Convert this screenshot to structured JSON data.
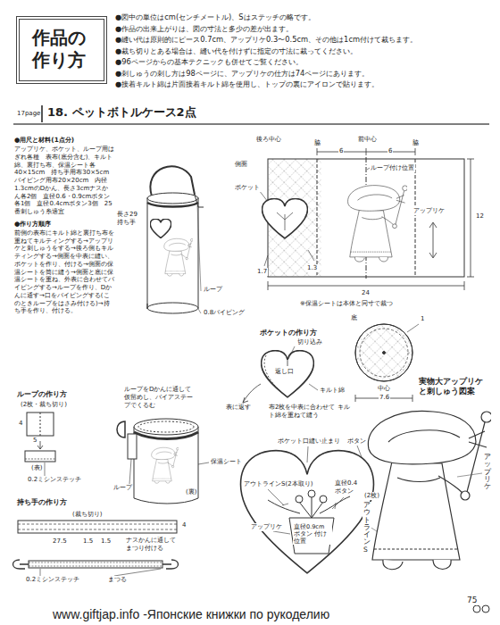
{
  "diagram": {
    "nodes": [
      {
        "text": [
          "作品の作り方"
        ]
      }
    ],
    "labels": [
      "●図中の単位はcm(センチメートル)、Sはステッチの略です。",
      "●作品の出来上がりは、図の寸法と多少の差が出ます。",
      "●縫い代は原則的にピース0.7cm、アップリケ0.3〜0.5cm、その他は1cm付けて裁ちます。",
      "●裁ち切りとある場合は、縫い代を付けずに指定の寸法に裁ってください。",
      "●96ページからの基本テクニックも併せてご覧ください。",
      "●刺しゅうの刺し方は98ページに、アップリケの仕方は74ページにあります。",
      "●接着キルト綿は片面接着キルト綿を使用し、トップの裏にアイロンで貼ります。",
      "17page",
      "18. ペットボトルケース2点",
      "●用尺と材料(1点分)",
      "アップリケ、ポケット、ループ用はぎれ各種　表布(底分含む)、キルト綿、裏打ち布、保温シート各40×15cm　持ち手用布30×5cm　パイピング用布20×20cm　内径1.3cmのDかん、長さ3cmナスかん各2個　直径0.6・0.9cmボタン各1個　直径0.4cmボタン3個　25番刺しゅう糸適宜",
      "●作り方順序",
      "前側の表布にキルト綿と裏打ち布を重ねてキルティングする→アップリケと刺しゅうをする→後ろ側もキルティングする→側面を中表に縫い、ポケットを作り、付ける→側面の保温シートを筒に縫う→側面と底に保温シートを重ね、外表に合わせてパイピングする→ループを作り、Dかんに通す→口をパイピングする(このときループをはさみ付ける)→持ち手を作り、付ける。",
      "後ろ中心",
      "前中心",
      "側面",
      "脇",
      "6",
      "6",
      "脇",
      "ループ付け位置",
      "ポケット",
      "アップリケ",
      "12",
      "1.7",
      "1.3",
      "24",
      "※保温シートは本体と同寸で裁つ",
      "長さ29 持ち手",
      "ループ",
      "0.8パイピング",
      "底",
      "1",
      "中心",
      "7.6",
      "ポケットの作り方",
      "切り込み",
      "返し口",
      "キルト綿",
      "表に返す",
      "布2枚を中表に合わせて キルト綿を重ねて縫う",
      "ループの作り方",
      "(2枚・裁ち切り)",
      "4",
      "5",
      "(表)",
      "0.2ミシンステッチ",
      "ループをDかんに通して 仮留めし、バイアステープでくるむ",
      "保温シート",
      "ループ",
      "(裏)",
      "持ち手の作り方",
      "(裁ち切り)",
      "4",
      "27.5",
      "1.5",
      "1.5",
      "ナスかんに通して まつり付ける",
      "0.2ミシンステッチ",
      "まつる",
      "実物大アップリケと刺しゅう図案",
      "ポケット口縫い止まり",
      "ボタン",
      "アウトラインS(2本取り)",
      "直径0.4 ボタン",
      "(2枚)",
      "アップリケ",
      "直径0.9cm ボタン 付け位置",
      "アップリケ",
      "アウトラインS",
      "75",
      "www.giftjap.info -Японские книжки по рукоделию"
    ]
  }
}
